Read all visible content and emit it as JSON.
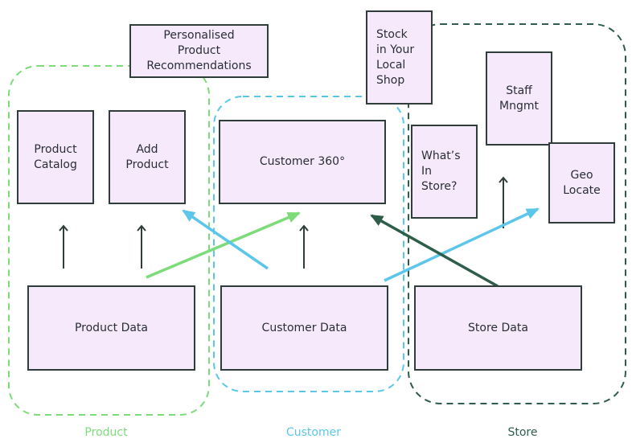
{
  "colors": {
    "product": "#7ddc7a",
    "customer": "#5cc6ea",
    "store": "#2e5d4a",
    "dark_arrow": "#2f3d3b",
    "box_fill": "#f5e9fb"
  },
  "groups": {
    "product": {
      "label": "Product"
    },
    "customer": {
      "label": "Customer"
    },
    "store": {
      "label": "Store"
    }
  },
  "boxes": {
    "personalised": "Personalised\nProduct\nRecommendations",
    "product_catalog": "Product\nCatalog",
    "add_product": "Add\nProduct",
    "customer_360": "Customer 360°",
    "stock_local": "Stock\nin Your\nLocal\nShop",
    "whats_in_store": "What’s\nIn\nStore?",
    "staff_mngmt": "Staff\nMngmt",
    "geo_locate": "Geo\nLocate",
    "product_data": "Product Data",
    "customer_data": "Customer Data",
    "store_data": "Store Data"
  },
  "connections": [
    {
      "from": "Product Data",
      "to": "Product Catalog",
      "color": "dark"
    },
    {
      "from": "Product Data",
      "to": "Add Product",
      "color": "dark"
    },
    {
      "from": "Product Data",
      "to": "Customer 360°",
      "color": "product"
    },
    {
      "from": "Customer Data",
      "to": "Add Product",
      "color": "customer"
    },
    {
      "from": "Customer Data",
      "to": "Customer 360°",
      "color": "dark"
    },
    {
      "from": "Customer Data",
      "to": "Geo Locate",
      "color": "customer"
    },
    {
      "from": "Store Data",
      "to": "Customer 360°",
      "color": "store"
    },
    {
      "from": "Store Data",
      "to": "Staff Mngmt",
      "color": "dark"
    }
  ]
}
